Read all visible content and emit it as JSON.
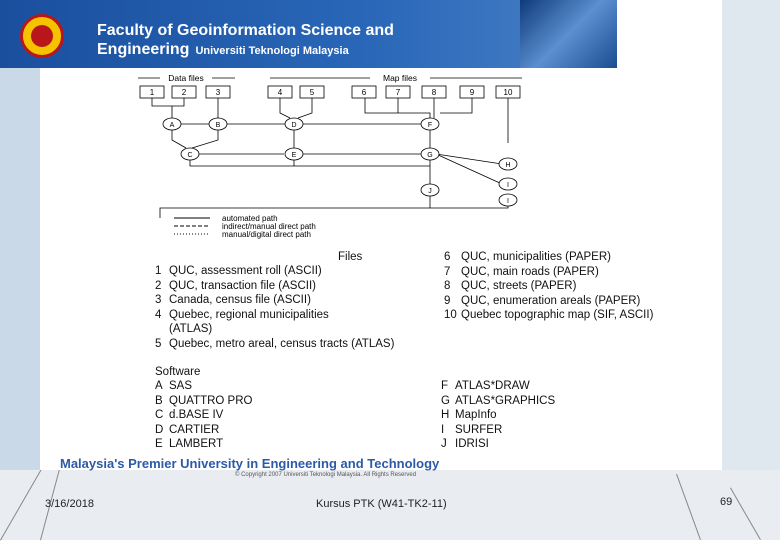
{
  "banner": {
    "line1": "Faculty of Geoinformation Science and",
    "line2_main": "Engineering",
    "line2_sub": "Universiti Teknologi Malaysia"
  },
  "diagram": {
    "data_files_label": "Data files",
    "map_files_label": "Map files",
    "file_boxes": [
      "1",
      "2",
      "3",
      "4",
      "5",
      "6",
      "7",
      "8",
      "9",
      "10"
    ],
    "software_nodes": [
      "A",
      "B",
      "C",
      "D",
      "E",
      "F",
      "G",
      "H",
      "I",
      "J",
      "I"
    ],
    "legend": [
      "automated path",
      "indirect/manual direct path",
      "manual/digital direct path"
    ]
  },
  "files": {
    "heading": "Files",
    "left": [
      {
        "num": "1",
        "text": "QUC, assessment roll (ASCII)"
      },
      {
        "num": "2",
        "text": "QUC, transaction file (ASCII)"
      },
      {
        "num": "3",
        "text": "Canada, census file (ASCII)"
      },
      {
        "num": "4",
        "text": "Quebec, regional municipalities"
      },
      {
        "num": "",
        "text": "(ATLAS)"
      },
      {
        "num": "5",
        "text": "Quebec, metro areal, census tracts (ATLAS)"
      }
    ],
    "right": [
      {
        "num": "6",
        "text": "QUC, municipalities (PAPER)"
      },
      {
        "num": "7",
        "text": "QUC, main roads (PAPER)"
      },
      {
        "num": "8",
        "text": "QUC, streets (PAPER)"
      },
      {
        "num": "9",
        "text": "QUC, enumeration areals (PAPER)"
      },
      {
        "num": "10",
        "text": "Quebec topographic map (SIF, ASCII)"
      }
    ]
  },
  "software": {
    "heading": "Software",
    "left": [
      {
        "letter": "A",
        "name": "SAS"
      },
      {
        "letter": "B",
        "name": "QUATTRO PRO"
      },
      {
        "letter": "C",
        "name": "d.BASE IV"
      },
      {
        "letter": "D",
        "name": "CARTIER"
      },
      {
        "letter": "E",
        "name": "LAMBERT"
      }
    ],
    "right": [
      {
        "letter": "F",
        "name": "ATLAS*DRAW"
      },
      {
        "letter": "G",
        "name": "ATLAS*GRAPHICS"
      },
      {
        "letter": "H",
        "name": "MapInfo"
      },
      {
        "letter": "I",
        "name": "SURFER"
      },
      {
        "letter": "J",
        "name": "IDRISI"
      }
    ]
  },
  "footer": {
    "tagline": "Malaysia's Premier University in Engineering and Technology",
    "copyright": "© Copyright 2007 Universiti Teknologi Malaysia. All Rights Reserved",
    "date": "3/16/2018",
    "course": "Kursus PTK (W41-TK2-11)",
    "page": "69"
  }
}
